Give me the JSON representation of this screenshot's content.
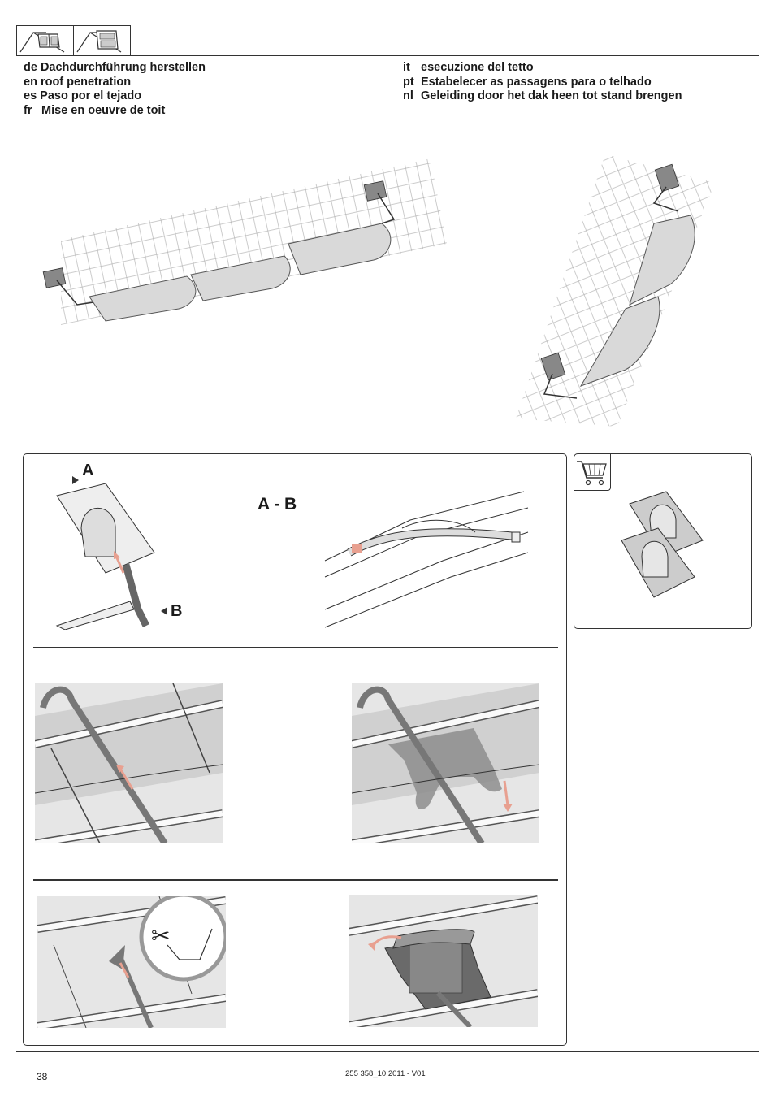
{
  "header": {
    "icons": [
      "roof-window-icon-1",
      "roof-window-icon-2"
    ],
    "titles_left": [
      {
        "code": "de",
        "text": "Dachdurchführung herstellen"
      },
      {
        "code": "en",
        "text": "roof penetration"
      },
      {
        "code": "es",
        "text": "Paso por el tejado"
      },
      {
        "code": "fr",
        "text": "Mise en oeuvre de toit"
      }
    ],
    "titles_right": [
      {
        "code": "it",
        "text": "esecuzione del tetto"
      },
      {
        "code": "pt",
        "text": "Estabelecer as passagens para o telhado"
      },
      {
        "code": "nl",
        "text": "Geleiding door het dak heen tot stand brengen"
      }
    ]
  },
  "figure": {
    "label_a": "A",
    "label_b": "B",
    "label_ab": "A - B",
    "cart_icon": "shopping-cart-icon"
  },
  "footer": {
    "page_number": "38",
    "doc_ref": "255 358_10.2011 - V01"
  }
}
